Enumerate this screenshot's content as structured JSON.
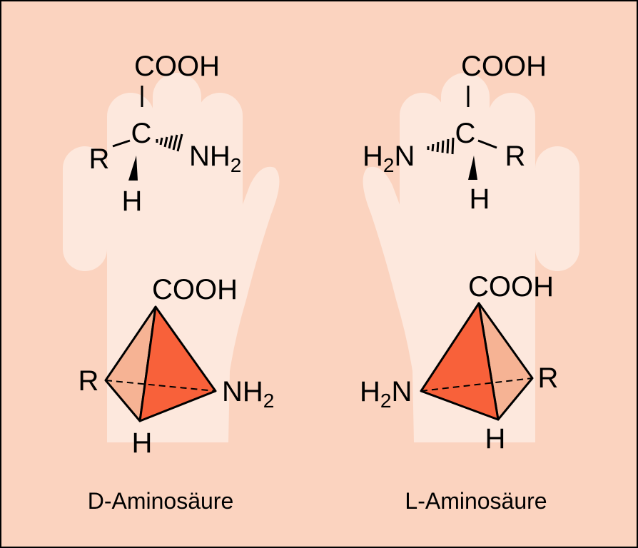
{
  "colors": {
    "background": "#fbd3bf",
    "hand": "#fde8dd",
    "face_light": "#f6b394",
    "face_dark": "#f8613a",
    "border": "#000000"
  },
  "left": {
    "fischer": {
      "top": "COOH",
      "center": "C",
      "left": "R",
      "right_main": "NH",
      "right_sub": "2",
      "bottom": "H"
    },
    "tetra": {
      "top": "COOH",
      "left": "R",
      "right_main": "NH",
      "right_sub": "2",
      "bottom": "H"
    },
    "caption": "D-Aminosäure"
  },
  "right": {
    "fischer": {
      "top": "COOH",
      "center": "C",
      "left_main": "H",
      "left_sub": "2",
      "left_tail": "N",
      "right": "R",
      "bottom": "H"
    },
    "tetra": {
      "top": "COOH",
      "left_main": "H",
      "left_sub": "2",
      "left_tail": "N",
      "right": "R",
      "bottom": "H"
    },
    "caption": "L-Aminosäure"
  }
}
